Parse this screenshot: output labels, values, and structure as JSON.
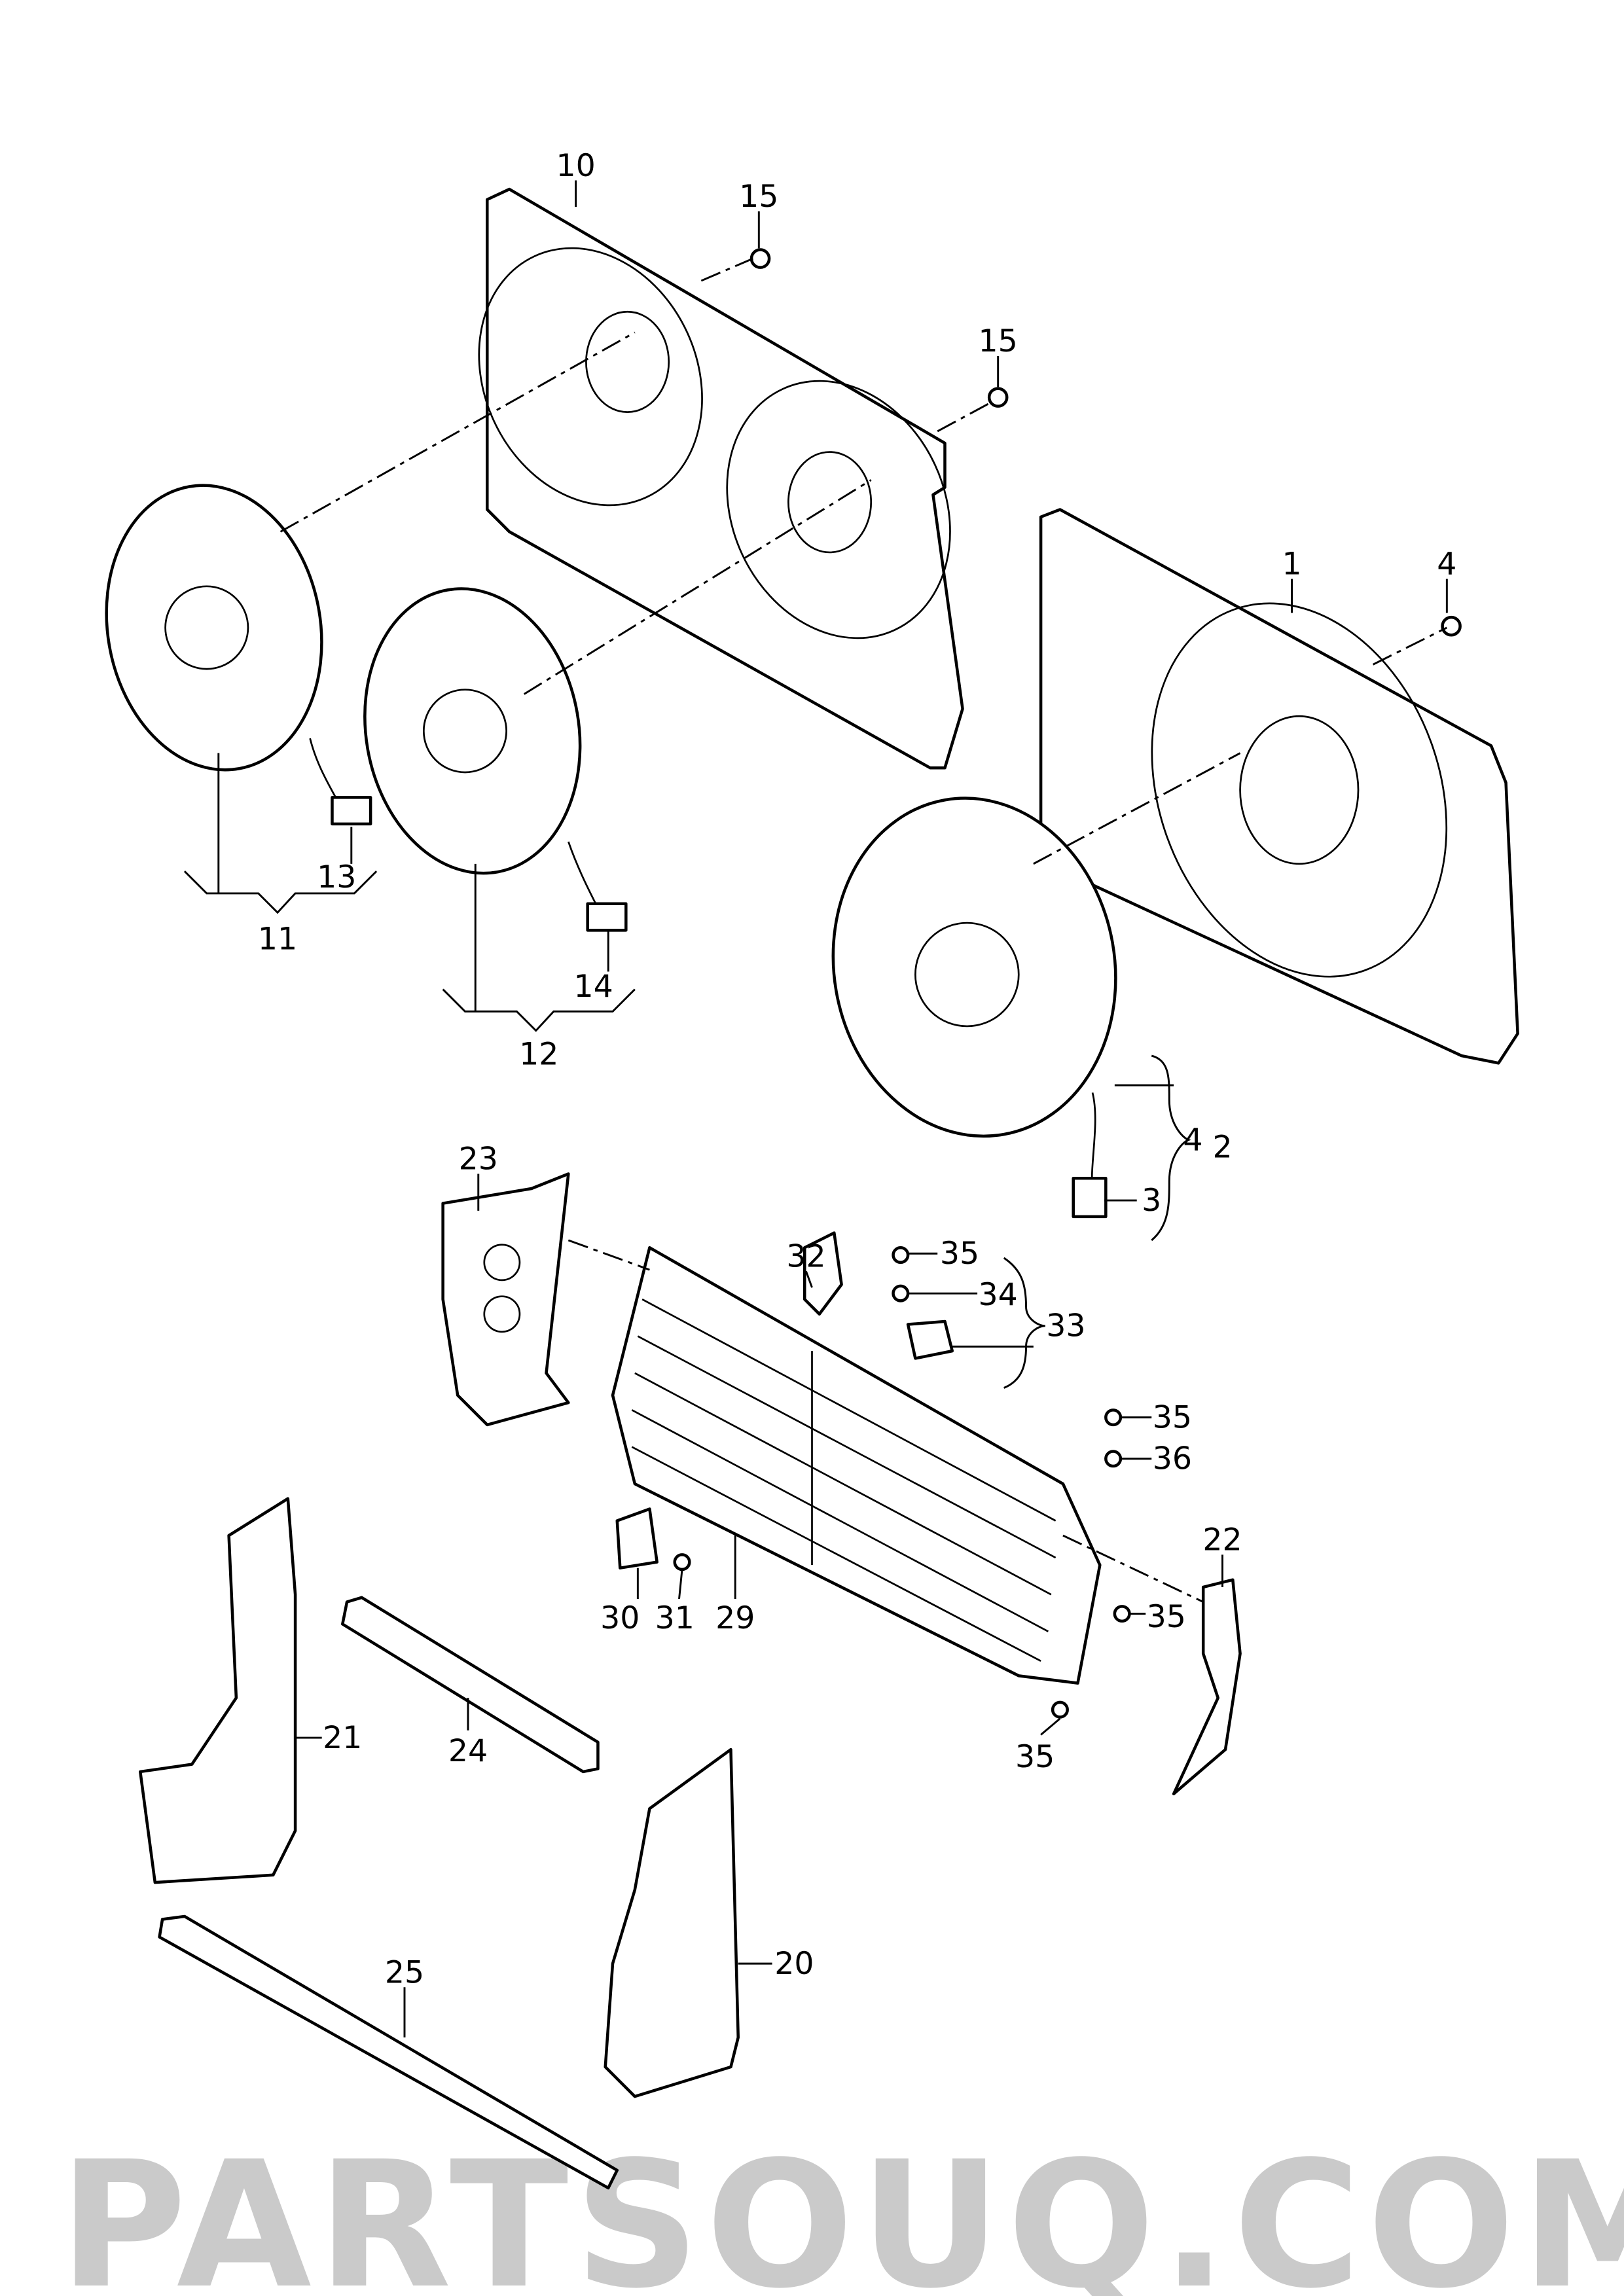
{
  "watermark": "PARTSOUQ.COM",
  "callouts": {
    "c10": "10",
    "c15a": "15",
    "c15b": "15",
    "c1": "1",
    "c4a": "4",
    "c13": "13",
    "c11": "11",
    "c14": "14",
    "c12": "12",
    "c4b": "4",
    "c2": "2",
    "c3": "3",
    "c23": "23",
    "c32": "32",
    "c35a": "35",
    "c34": "34",
    "c33": "33",
    "c35b": "35",
    "c36": "36",
    "c22": "22",
    "c35c": "35",
    "c30": "30",
    "c31": "31",
    "c29": "29",
    "c21": "21",
    "c24": "24",
    "c35d": "35",
    "c20": "20",
    "c25": "25"
  }
}
